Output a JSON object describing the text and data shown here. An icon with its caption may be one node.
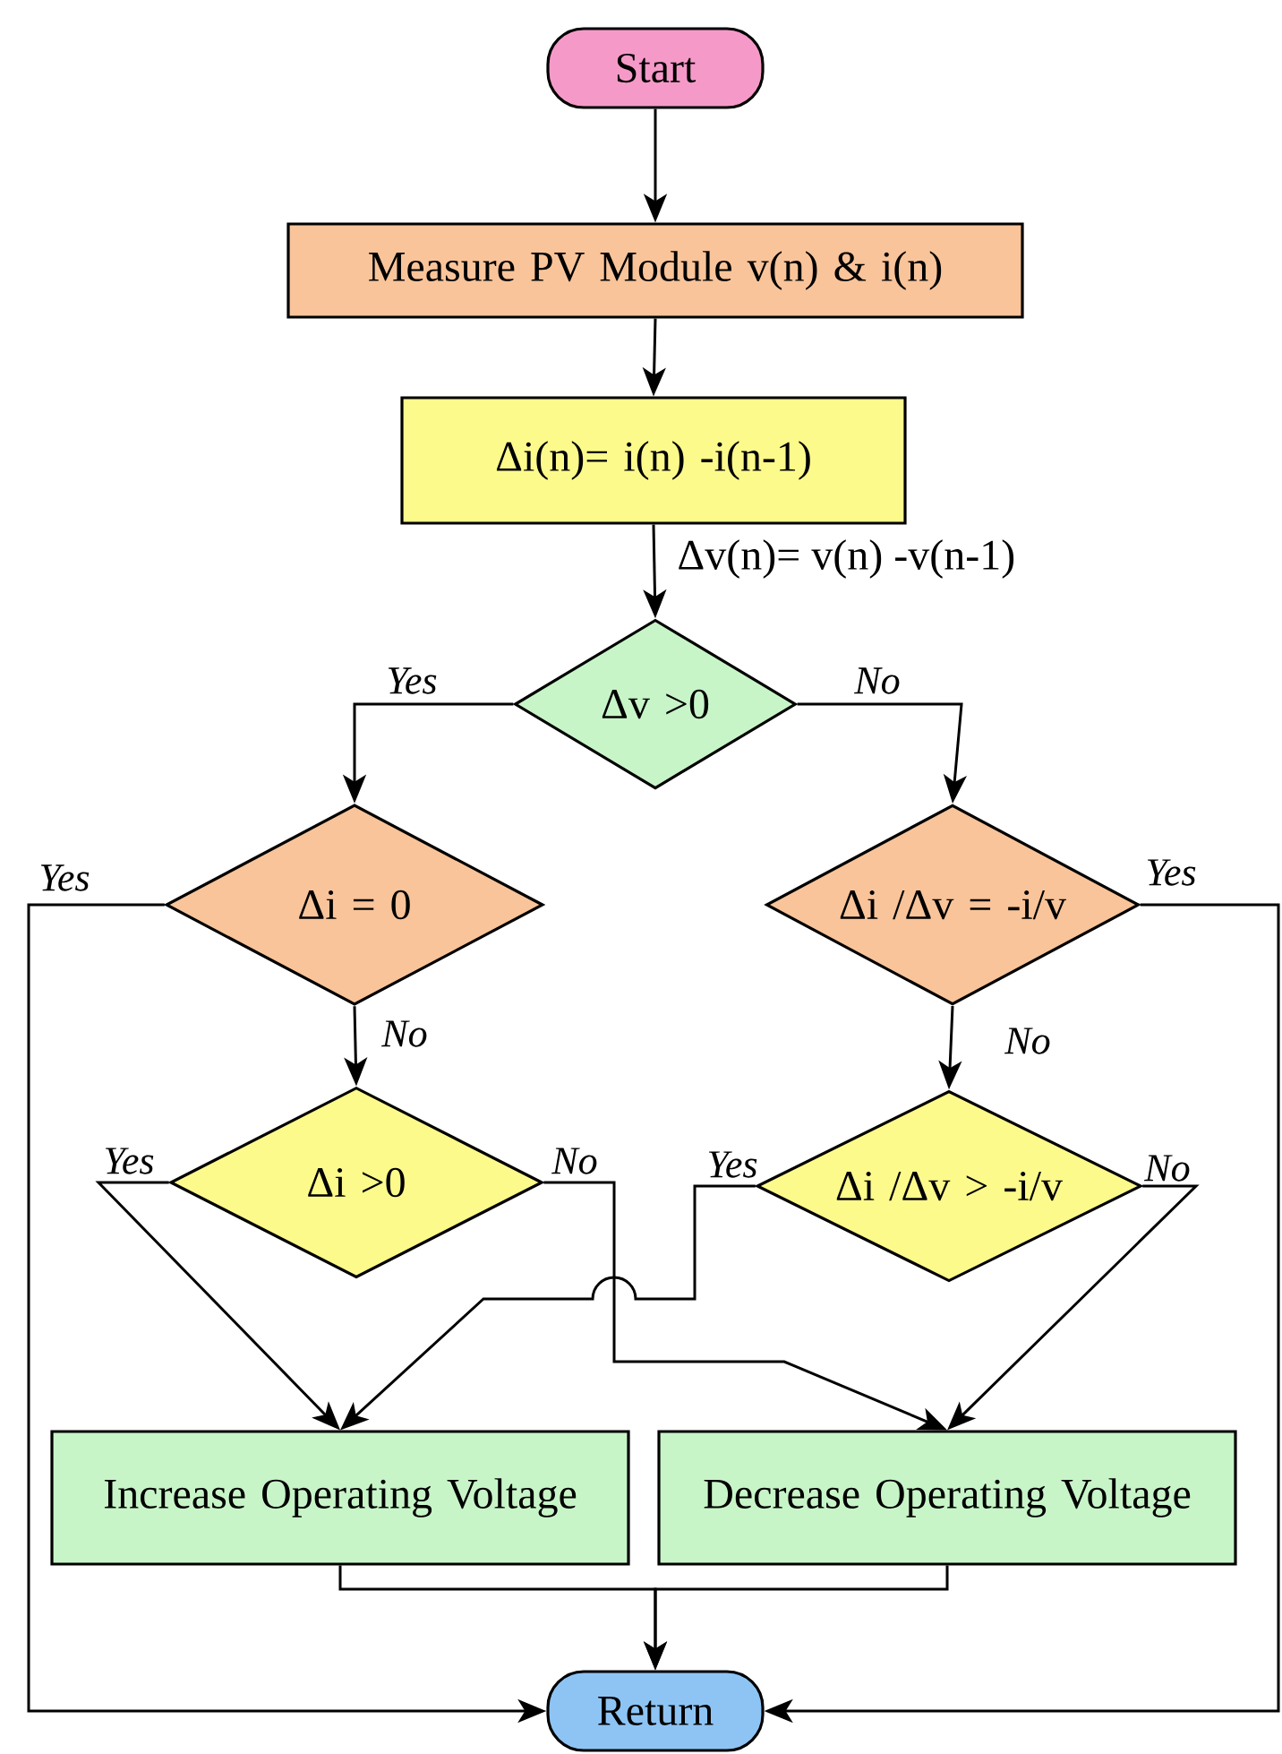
{
  "diagram": {
    "nodes": [
      {
        "text": [
          "Start"
        ]
      },
      {
        "text": [
          "Measure PV Module v(n) & i(n)"
        ]
      },
      {
        "text": [
          "Δi(n)= i(n) -i(n-1)"
        ],
        "beside": [
          "Δv(n)= v(n) -v(n-1)"
        ]
      },
      {
        "text": [
          "Δv >0"
        ]
      },
      {
        "text": [
          "Δi = 0"
        ]
      },
      {
        "text": [
          "Δi /Δv = -i/v"
        ]
      },
      {
        "text": [
          "Δi >0"
        ]
      },
      {
        "text": [
          "Δi /Δv > -i/v"
        ]
      },
      {
        "text": [
          "Increase Operating Voltage"
        ]
      },
      {
        "text": [
          "Decrease Operating Voltage"
        ]
      },
      {
        "text": [
          "Return"
        ]
      }
    ],
    "edges": [
      {
        "from": 0,
        "to": 1,
        "arrow": "to"
      },
      {
        "from": 1,
        "to": 2,
        "arrow": "to"
      },
      {
        "from": 2,
        "to": 3,
        "arrow": "to"
      },
      {
        "from": 3,
        "to": 4,
        "arrow": "to",
        "label": "Yes"
      },
      {
        "from": 3,
        "to": 5,
        "arrow": "to",
        "label": "No"
      },
      {
        "from": 4,
        "to": 10,
        "arrow": "to",
        "label": "Yes"
      },
      {
        "from": 4,
        "to": 6,
        "arrow": "to",
        "label": "No"
      },
      {
        "from": 5,
        "to": 10,
        "arrow": "to",
        "label": "Yes"
      },
      {
        "from": 5,
        "to": 7,
        "arrow": "to",
        "label": "No"
      },
      {
        "from": 6,
        "to": 8,
        "arrow": "to",
        "label": "Yes"
      },
      {
        "from": 6,
        "to": 9,
        "arrow": "to",
        "label": "No"
      },
      {
        "from": 7,
        "to": 8,
        "arrow": "to",
        "label": "Yes"
      },
      {
        "from": 7,
        "to": 9,
        "arrow": "to",
        "label": "No"
      },
      {
        "from": 8,
        "to": 10,
        "arrow": "to"
      },
      {
        "from": 9,
        "to": 10,
        "arrow": "to"
      }
    ]
  }
}
